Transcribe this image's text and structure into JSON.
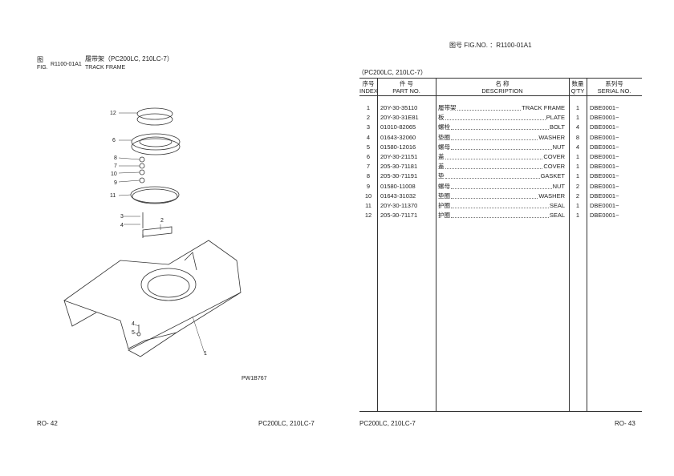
{
  "left_page": {
    "fig_cn": "图",
    "fig_en": "FIG.",
    "fig_no": "R1100-01A1",
    "title_cn": "履带架（PC200LC, 210LC-7）",
    "title_en": "TRACK FRAME",
    "callouts": [
      "12",
      "6",
      "8",
      "7",
      "10",
      "9",
      "11",
      "3",
      "4",
      "2",
      "4",
      "5",
      "1"
    ],
    "drawing_code": "PW1B767",
    "page_no": "RO- 42",
    "model": "PC200LC, 210LC-7"
  },
  "right_page": {
    "fig_header": "图号  FIG.NO.  ：R1100-01A1",
    "model_note": "（PC200LC, 210LC-7）",
    "headers": {
      "index_cn": "序号",
      "index_en": "INDEX",
      "part_cn": "件    号",
      "part_en": "PART NO.",
      "desc_cn": "名          称",
      "desc_en": "DESCRIPTION",
      "qty_cn": "数量",
      "qty_en": "Q'TY",
      "serial_cn": "系列号",
      "serial_en": "SERIAL NO."
    },
    "rows": [
      {
        "index": "1",
        "part": "20Y-30-35110",
        "cn": "履带架",
        "en": "TRACK FRAME",
        "qty": "1",
        "serial": "DBE0001~"
      },
      {
        "index": "2",
        "part": "20Y-30-31E81",
        "cn": "板",
        "en": "PLATE",
        "qty": "1",
        "serial": "DBE0001~"
      },
      {
        "index": "3",
        "part": "01010-82065",
        "cn": "螺栓",
        "en": "BOLT",
        "qty": "4",
        "serial": "DBE0001~"
      },
      {
        "index": "4",
        "part": "01643-32060",
        "cn": "垫圈",
        "en": "WASHER",
        "qty": "8",
        "serial": "DBE0001~"
      },
      {
        "index": "5",
        "part": "01580-12016",
        "cn": "螺母",
        "en": "NUT",
        "qty": "4",
        "serial": "DBE0001~"
      },
      {
        "index": "6",
        "part": "20Y-30-21151",
        "cn": "盖",
        "en": "COVER",
        "qty": "1",
        "serial": "DBE0001~"
      },
      {
        "index": "7",
        "part": "205-30-71181",
        "cn": "盖",
        "en": "COVER",
        "qty": "1",
        "serial": "DBE0001~"
      },
      {
        "index": "8",
        "part": "205-30-71191",
        "cn": "垫",
        "en": "GASKET",
        "qty": "1",
        "serial": "DBE0001~"
      },
      {
        "index": "9",
        "part": "01580-11008",
        "cn": "螺母",
        "en": "NUT",
        "qty": "2",
        "serial": "DBE0001~"
      },
      {
        "index": "10",
        "part": "01643-31032",
        "cn": "垫圈",
        "en": "WASHER",
        "qty": "2",
        "serial": "DBE0001~"
      },
      {
        "index": "11",
        "part": "20Y-30-11370",
        "cn": "护圈",
        "en": "SEAL",
        "qty": "1",
        "serial": "DBE0001~"
      },
      {
        "index": "12",
        "part": "205-30-71171",
        "cn": "护圈",
        "en": "SEAL",
        "qty": "1",
        "serial": "DBE0001~"
      }
    ],
    "model": "PC200LC, 210LC-7",
    "page_no": "RO- 43"
  }
}
